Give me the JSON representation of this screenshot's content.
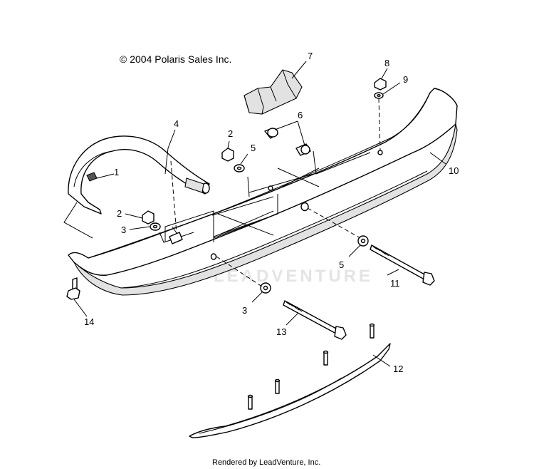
{
  "copyright": "© 2004 Polaris Sales Inc.",
  "rendered_by": "Rendered by LeadVenture, Inc.",
  "watermark": "LEADVENTURE",
  "callouts": {
    "c1": "1",
    "c2a": "2",
    "c2b": "2",
    "c3a": "3",
    "c3b": "3",
    "c4": "4",
    "c5a": "5",
    "c5b": "5",
    "c6": "6",
    "c7": "7",
    "c8": "8",
    "c9": "9",
    "c10": "10",
    "c11": "11",
    "c12": "12",
    "c13": "13",
    "c14": "14"
  }
}
